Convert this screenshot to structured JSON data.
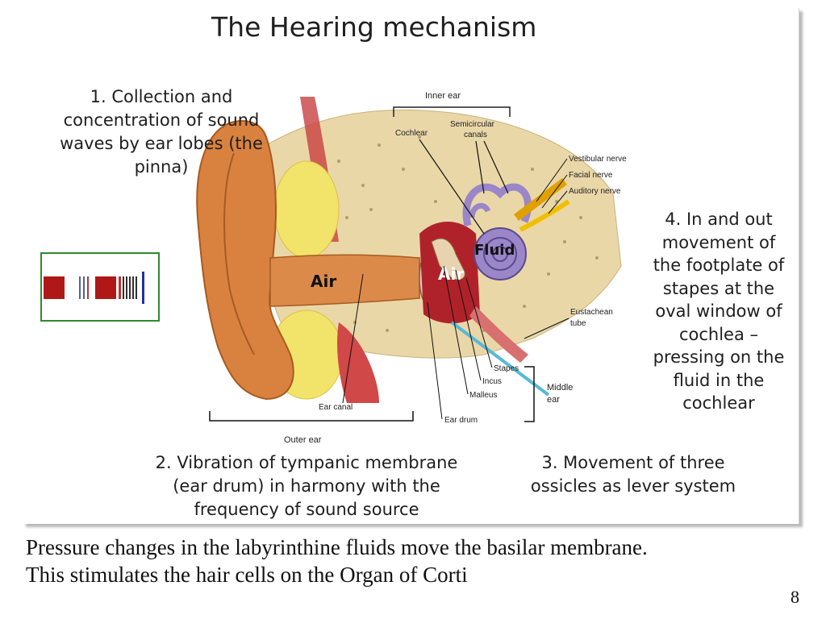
{
  "title": "The Hearing mechanism",
  "steps": {
    "step1": [
      "1. Collection and",
      "concentration of sound",
      "waves by ear lobes (the",
      "pinna)"
    ],
    "step2": [
      "2. Vibration of tympanic membrane",
      "(ear drum) in harmony with the",
      "frequency of sound source"
    ],
    "step3": [
      "3. Movement of three",
      "ossicles as lever system"
    ],
    "step4": [
      "4. In and out",
      "movement of",
      "the footplate of",
      "stapes at the",
      "oval window of",
      "cochlea –",
      "pressing on the",
      "fluid in the",
      "cochlear"
    ]
  },
  "diagram": {
    "labels": {
      "inner_ear": "Inner ear",
      "cochlear": "Cochlear",
      "semicircular_1": "Semicircular",
      "semicircular_2": "canals",
      "vestibular_nerve": "Vestibular nerve",
      "facial_nerve": "Facial nerve",
      "auditory_nerve": "Auditory nerve",
      "fluid": "Fluid",
      "air_outer": "Air",
      "air_middle": "Air",
      "eustachean_1": "Eustachean",
      "eustachean_2": "tube",
      "stapes": "Stapes",
      "incus": "Incus",
      "malleus": "Malleus",
      "middle_ear_1": "Middle",
      "middle_ear_2": "ear",
      "ear_drum": "Ear drum",
      "ear_canal": "Ear canal",
      "outer_ear": "Outer ear"
    }
  },
  "caption": [
    "Pressure changes in the labyrinthine fluids move the basilar membrane.",
    "This stimulates the hair cells on the Organ of Corti"
  ],
  "page_number": "8",
  "colors": {
    "skin": "#d9823f",
    "bone": "#e8d2a0",
    "cochlea": "#9a86c8",
    "inner_red": "#b0222a",
    "fat": "#f0e060",
    "frame_green": "#2e8b2e"
  }
}
